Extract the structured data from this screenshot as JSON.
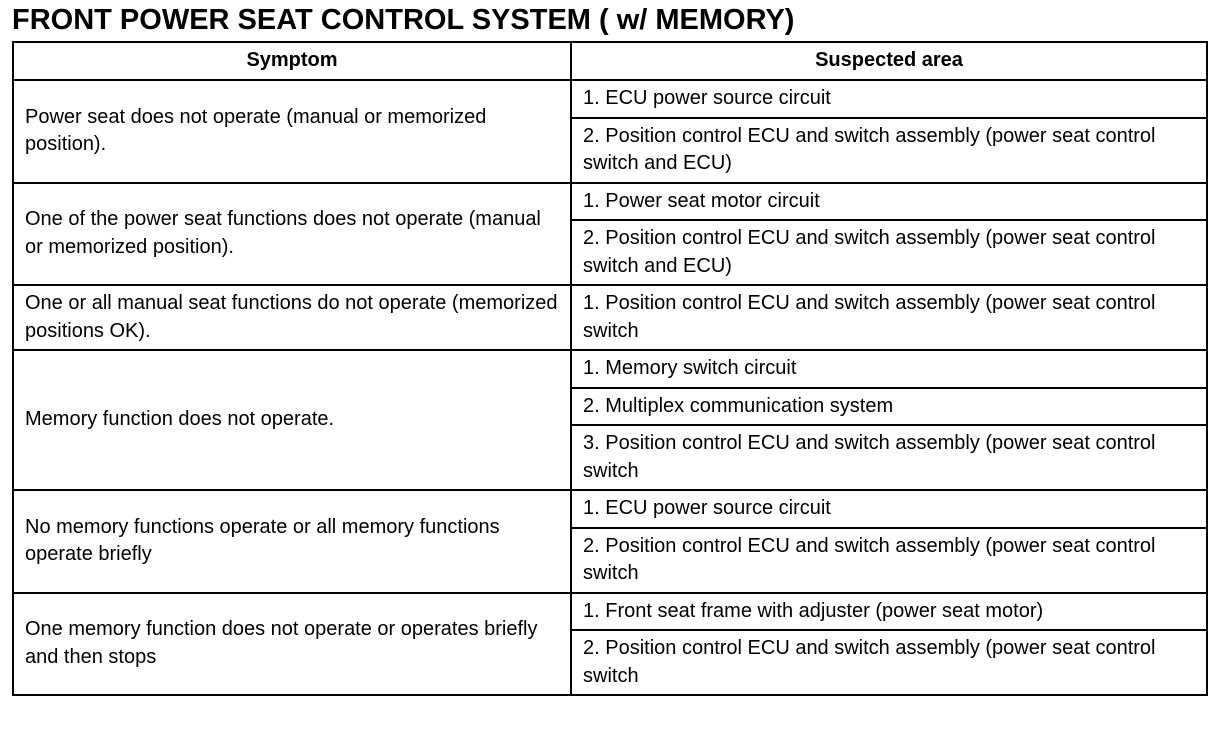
{
  "title": "FRONT POWER SEAT CONTROL SYSTEM ( w/ MEMORY)",
  "table": {
    "headers": [
      "Symptom",
      "Suspected area"
    ],
    "groups": [
      {
        "symptom": "Power seat does not operate (manual or memorized position).",
        "areas": [
          "1. ECU power source circuit",
          "2. Position control ECU and switch assembly (power seat control switch and ECU)"
        ]
      },
      {
        "symptom": "One of the power seat functions does not operate (manual or memorized position).",
        "areas": [
          "1. Power seat motor circuit",
          "2. Position control ECU and switch assembly (power seat control switch and ECU)"
        ]
      },
      {
        "symptom": "One or all manual seat functions do not operate (memorized positions OK).",
        "areas": [
          "1. Position control ECU and switch assembly (power seat control switch"
        ]
      },
      {
        "symptom": "Memory function does not operate.",
        "areas": [
          "1. Memory switch circuit",
          "2. Multiplex communication system",
          "3. Position control ECU and switch assembly (power seat control switch"
        ]
      },
      {
        "symptom": "No memory functions operate or all memory functions operate briefly",
        "areas": [
          "1. ECU power source circuit",
          "2. Position control ECU and switch assembly (power seat control switch"
        ]
      },
      {
        "symptom": "One memory function does not operate or operates briefly and then stops",
        "areas": [
          "1. Front seat frame with adjuster (power seat motor)",
          "2. Position control ECU and switch assembly (power seat control switch"
        ]
      }
    ]
  }
}
